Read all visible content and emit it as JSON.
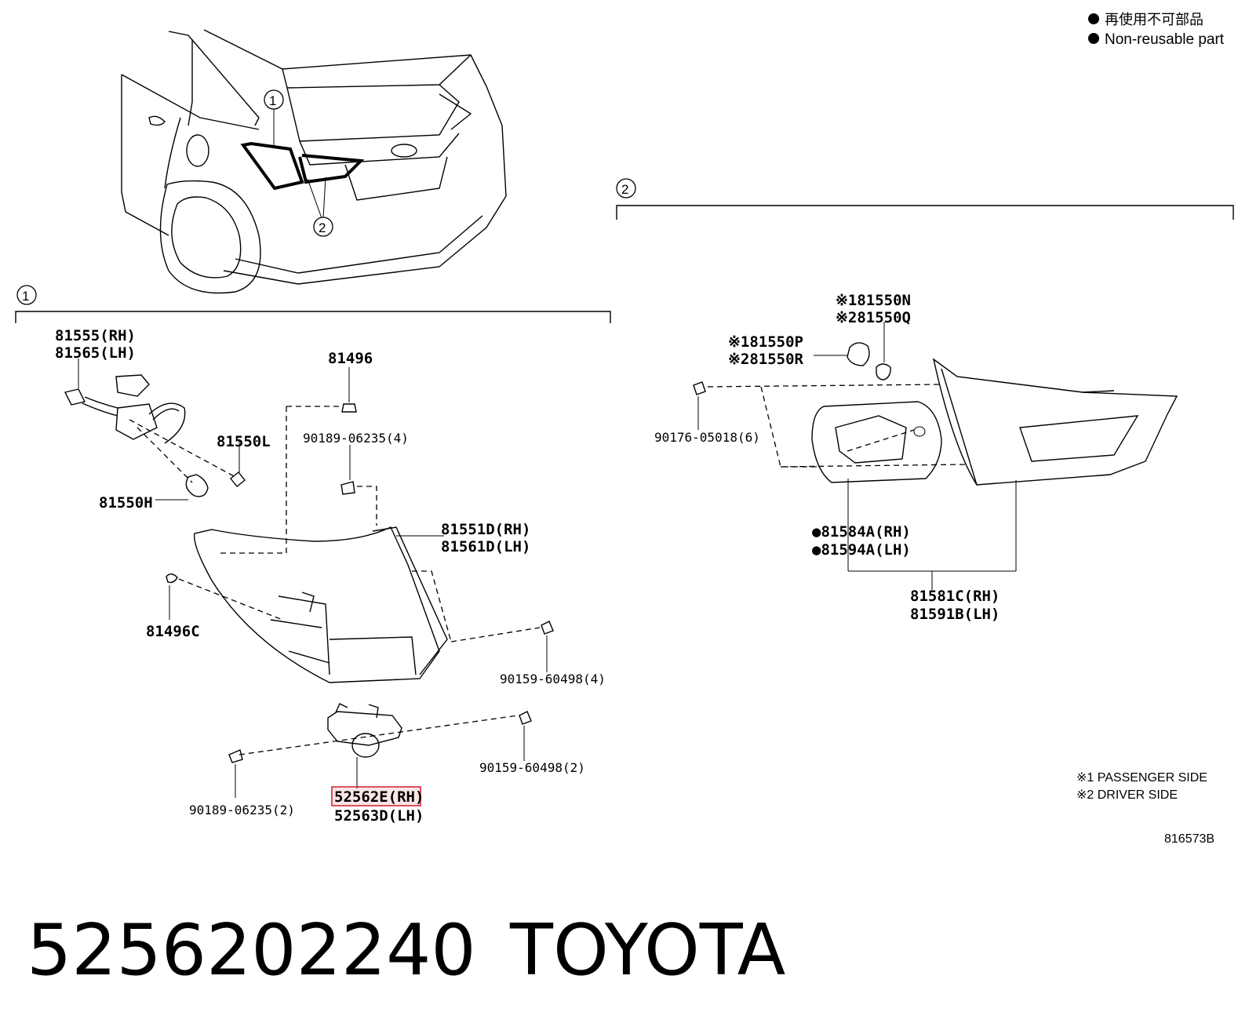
{
  "legend": {
    "jp": "再使用不可部品",
    "en": "Non-reusable part"
  },
  "callouts": {
    "one": "1",
    "two": "2"
  },
  "section1": {
    "p81555": "81555(RH)",
    "p81565": "81565(LH)",
    "p81496": "81496",
    "p90189a": "90189-06235(4)",
    "p81550L": "81550L",
    "p81550H": "81550H",
    "p81551D": "81551D(RH)",
    "p81561D": "81561D(LH)",
    "p81496C": "81496C",
    "p90159a": "90159-60498(4)",
    "p90159b": "90159-60498(2)",
    "p90189b": "90189-06235(2)",
    "p52562E": "52562E(RH)",
    "p52563D": "52563D(LH)"
  },
  "section2": {
    "p81550N": "※181550N",
    "p81550Q": "※281550Q",
    "p81550P": "※181550P",
    "p81550R": "※281550R",
    "p90176": "90176-05018(6)",
    "p81584A": "●81584A(RH)",
    "p81594A": "●81594A(LH)",
    "p81581C": "81581C(RH)",
    "p81591B": "81591B(LH)"
  },
  "notes": {
    "side1": "※1 PASSENGER SIDE",
    "side2": "※2 DRIVER SIDE",
    "figure_code": "816573B"
  },
  "footer": {
    "part_number": "5256202240",
    "brand": "TOYOTA"
  },
  "colors": {
    "highlight": "#d62a36",
    "ink": "#000000"
  }
}
